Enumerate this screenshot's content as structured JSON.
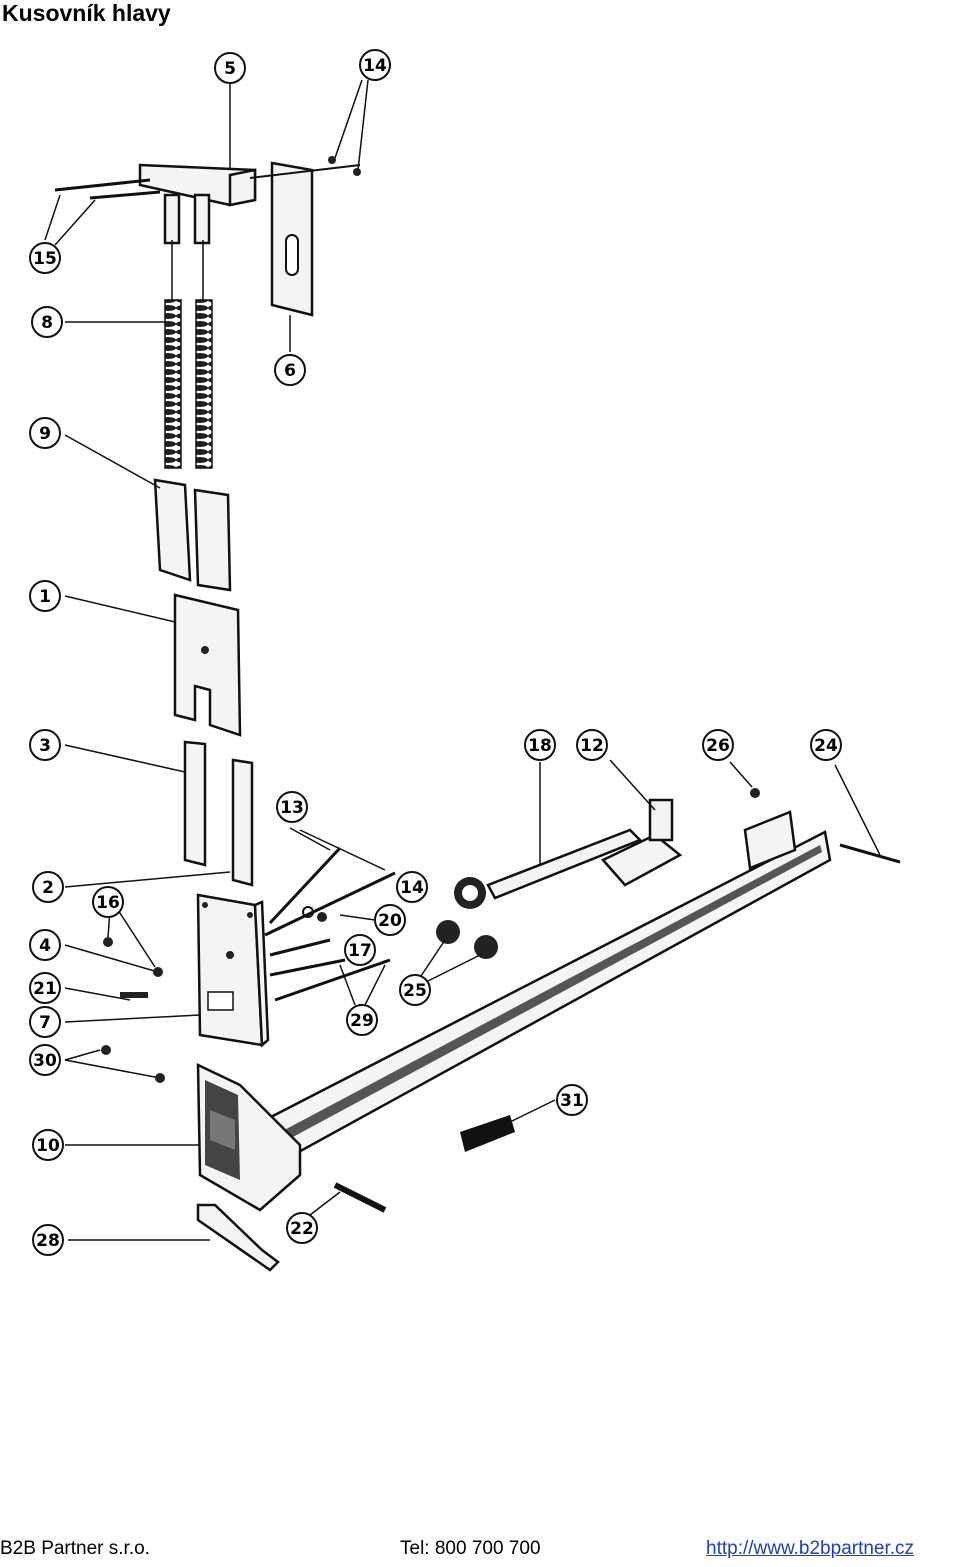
{
  "title": "Kusovník hlavy",
  "callouts": [
    "5",
    "14",
    "15",
    "8",
    "6",
    "9",
    "1",
    "3",
    "18",
    "12",
    "26",
    "24",
    "13",
    "2",
    "16",
    "14",
    "20",
    "4",
    "17",
    "21",
    "25",
    "7",
    "29",
    "30",
    "31",
    "10",
    "22",
    "28"
  ],
  "footer": {
    "company": "B2B Partner s.r.o.",
    "phone": "Tel: 800 700 700",
    "url": "http://www.b2bpartner.cz"
  }
}
